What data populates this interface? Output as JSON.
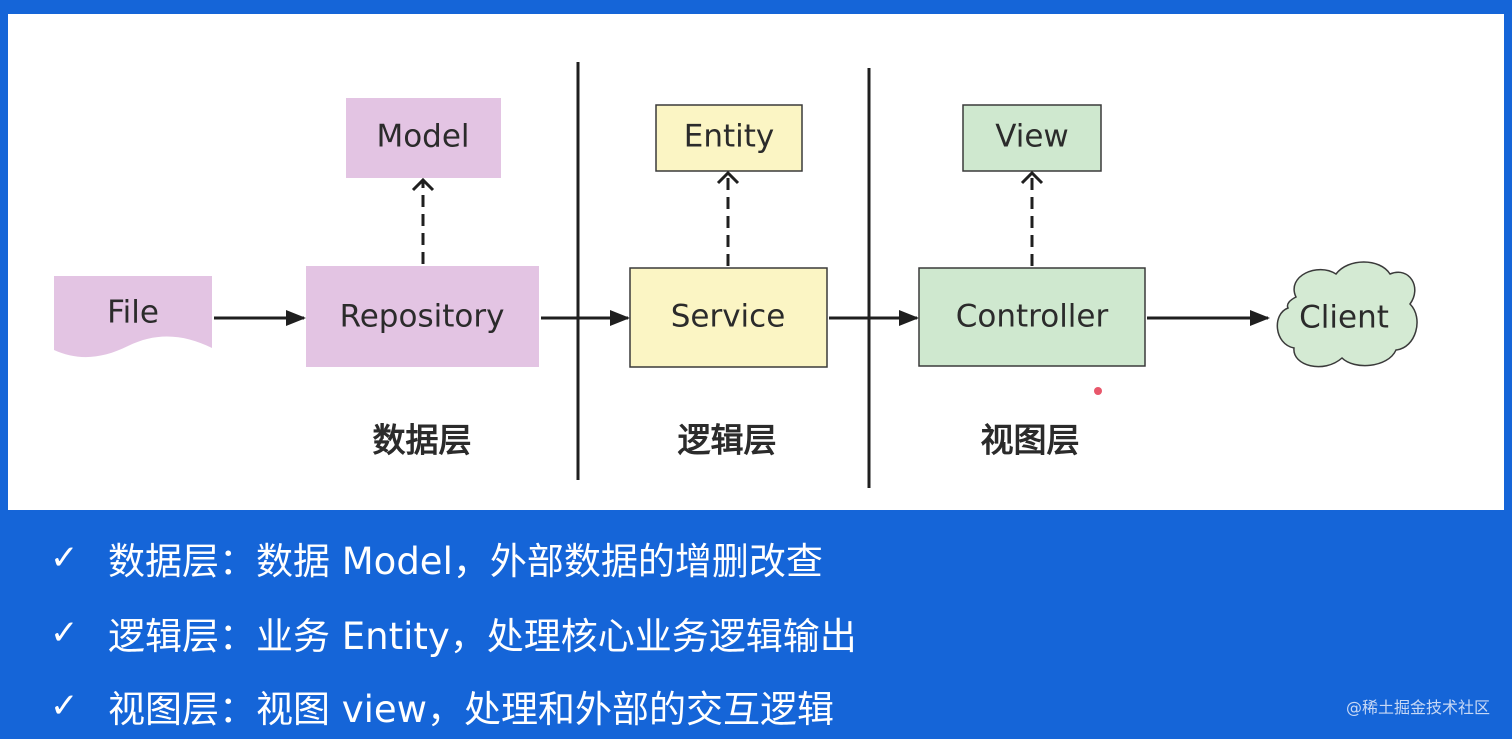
{
  "diagram": {
    "nodes": {
      "file": "File",
      "model": "Model",
      "repository": "Repository",
      "entity": "Entity",
      "service": "Service",
      "view": "View",
      "controller": "Controller",
      "client": "Client"
    },
    "layers": {
      "data": "数据层",
      "logic": "逻辑层",
      "view": "视图层"
    },
    "colors": {
      "data_layer": "#e3c4e3",
      "logic_layer": "#fbf5c4",
      "view_layer": "#cfe8cf",
      "client": "#d4ead3",
      "bullets_background": "#1565d8"
    }
  },
  "bullets": [
    {
      "icon": "check-icon",
      "label": "数据层：",
      "text": "数据 Model，外部数据的增删改查"
    },
    {
      "icon": "check-icon",
      "label": "逻辑层：",
      "text": "业务 Entity，处理核心业务逻辑输出"
    },
    {
      "icon": "check-icon",
      "label": "视图层：",
      "text": "视图 view，处理和外部的交互逻辑"
    }
  ],
  "watermark": "@稀土掘金技术社区"
}
